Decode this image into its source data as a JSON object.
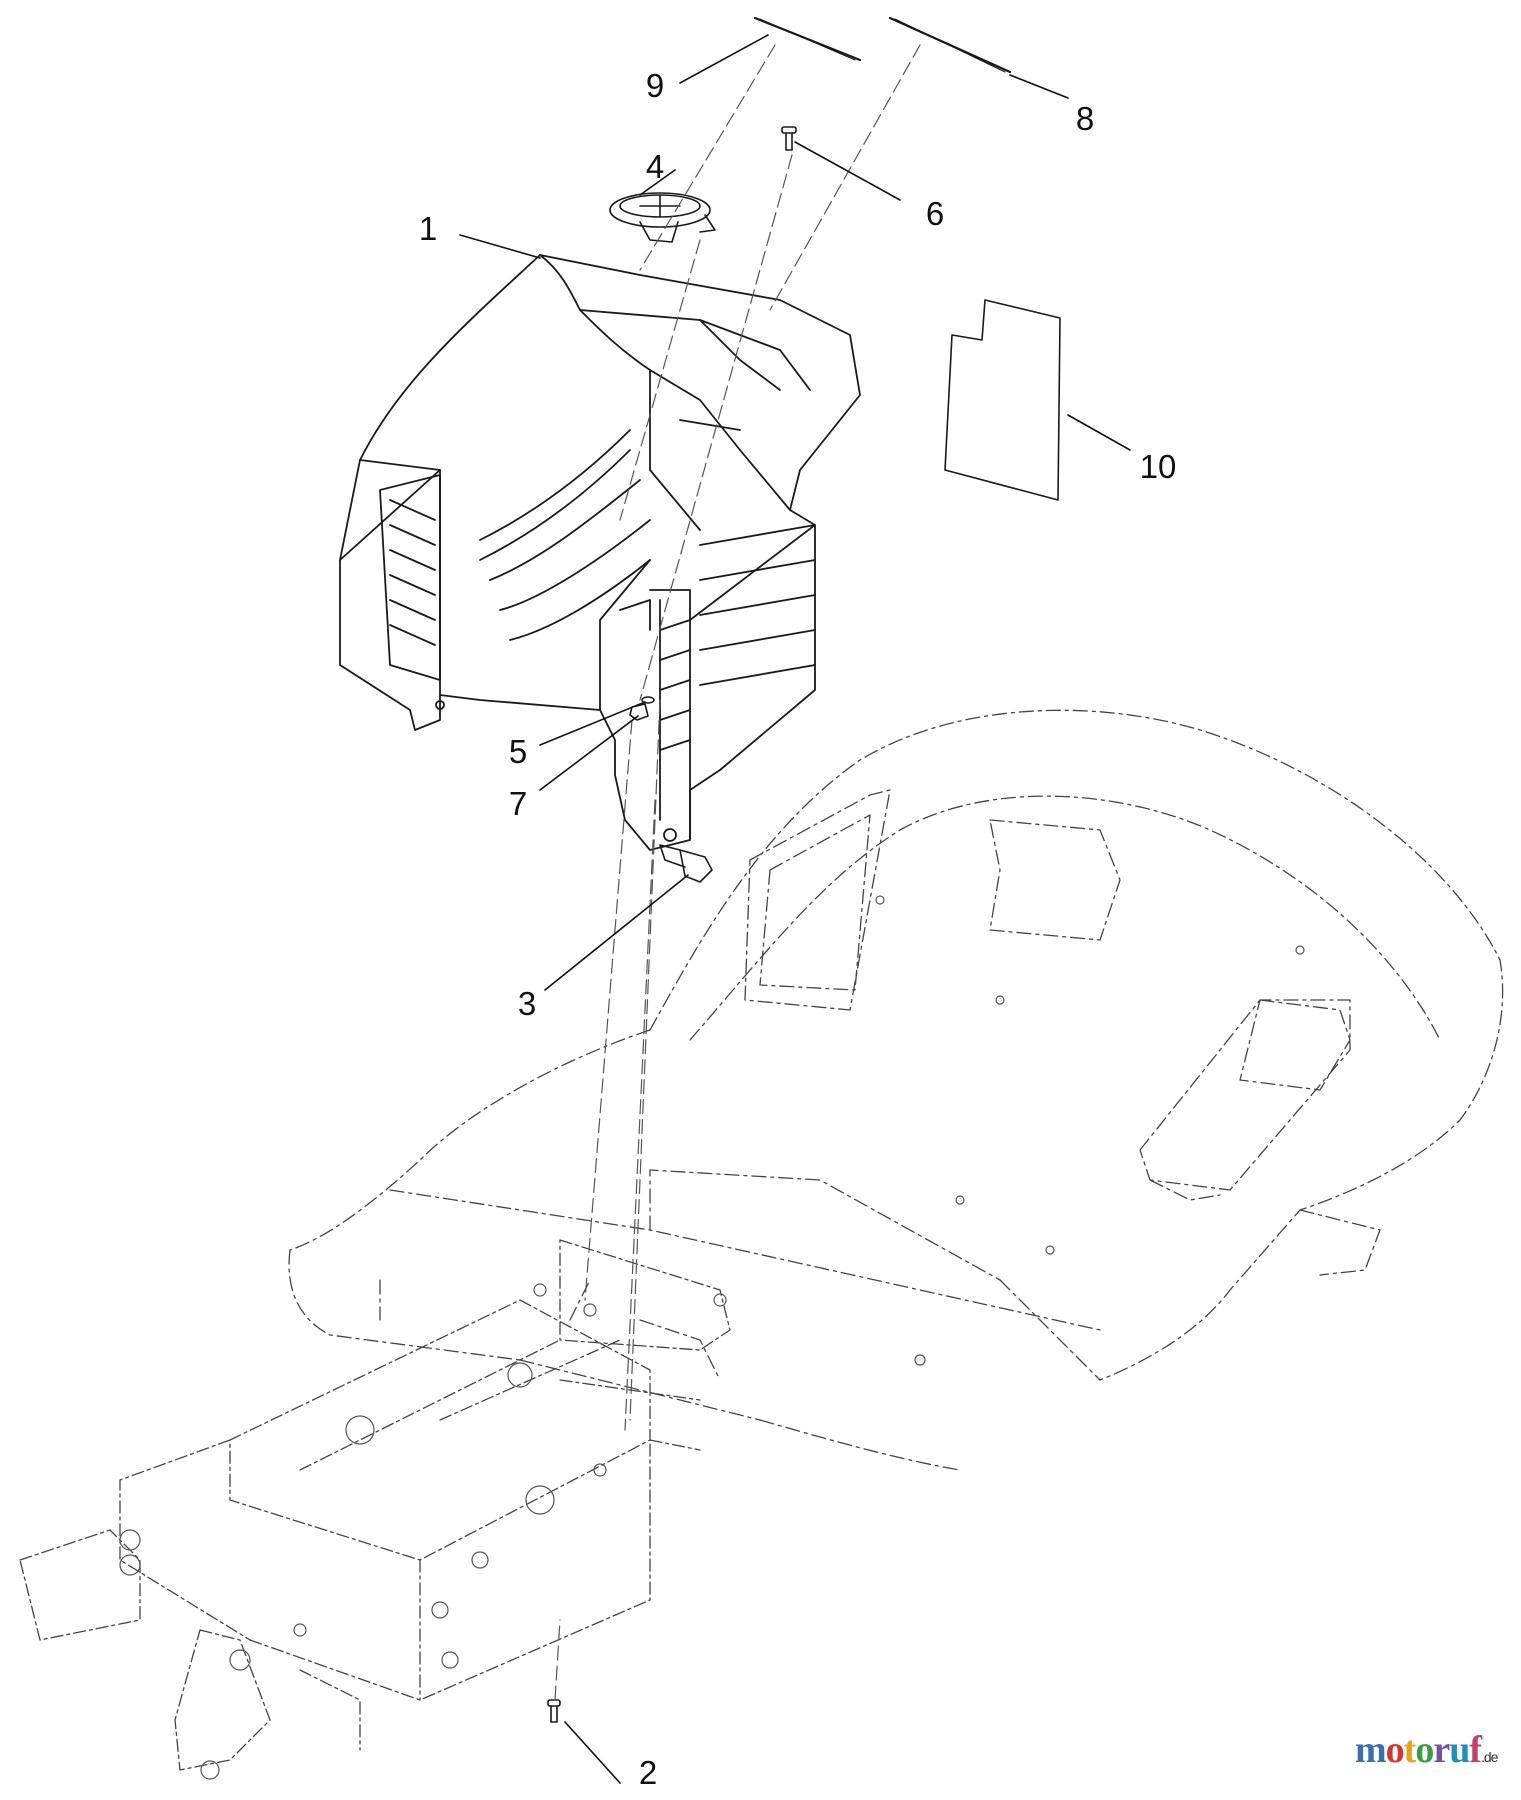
{
  "diagram": {
    "callouts": [
      {
        "id": "1",
        "text": "1"
      },
      {
        "id": "2",
        "text": "2"
      },
      {
        "id": "3",
        "text": "3"
      },
      {
        "id": "4",
        "text": "4"
      },
      {
        "id": "5",
        "text": "5"
      },
      {
        "id": "6",
        "text": "6"
      },
      {
        "id": "7",
        "text": "7"
      },
      {
        "id": "8",
        "text": "8"
      },
      {
        "id": "9",
        "text": "9"
      },
      {
        "id": "10",
        "text": "10"
      }
    ],
    "watermark": {
      "letters": [
        "m",
        "o",
        "t",
        "o",
        "r",
        "u",
        "f"
      ],
      "tld": ".de"
    }
  }
}
